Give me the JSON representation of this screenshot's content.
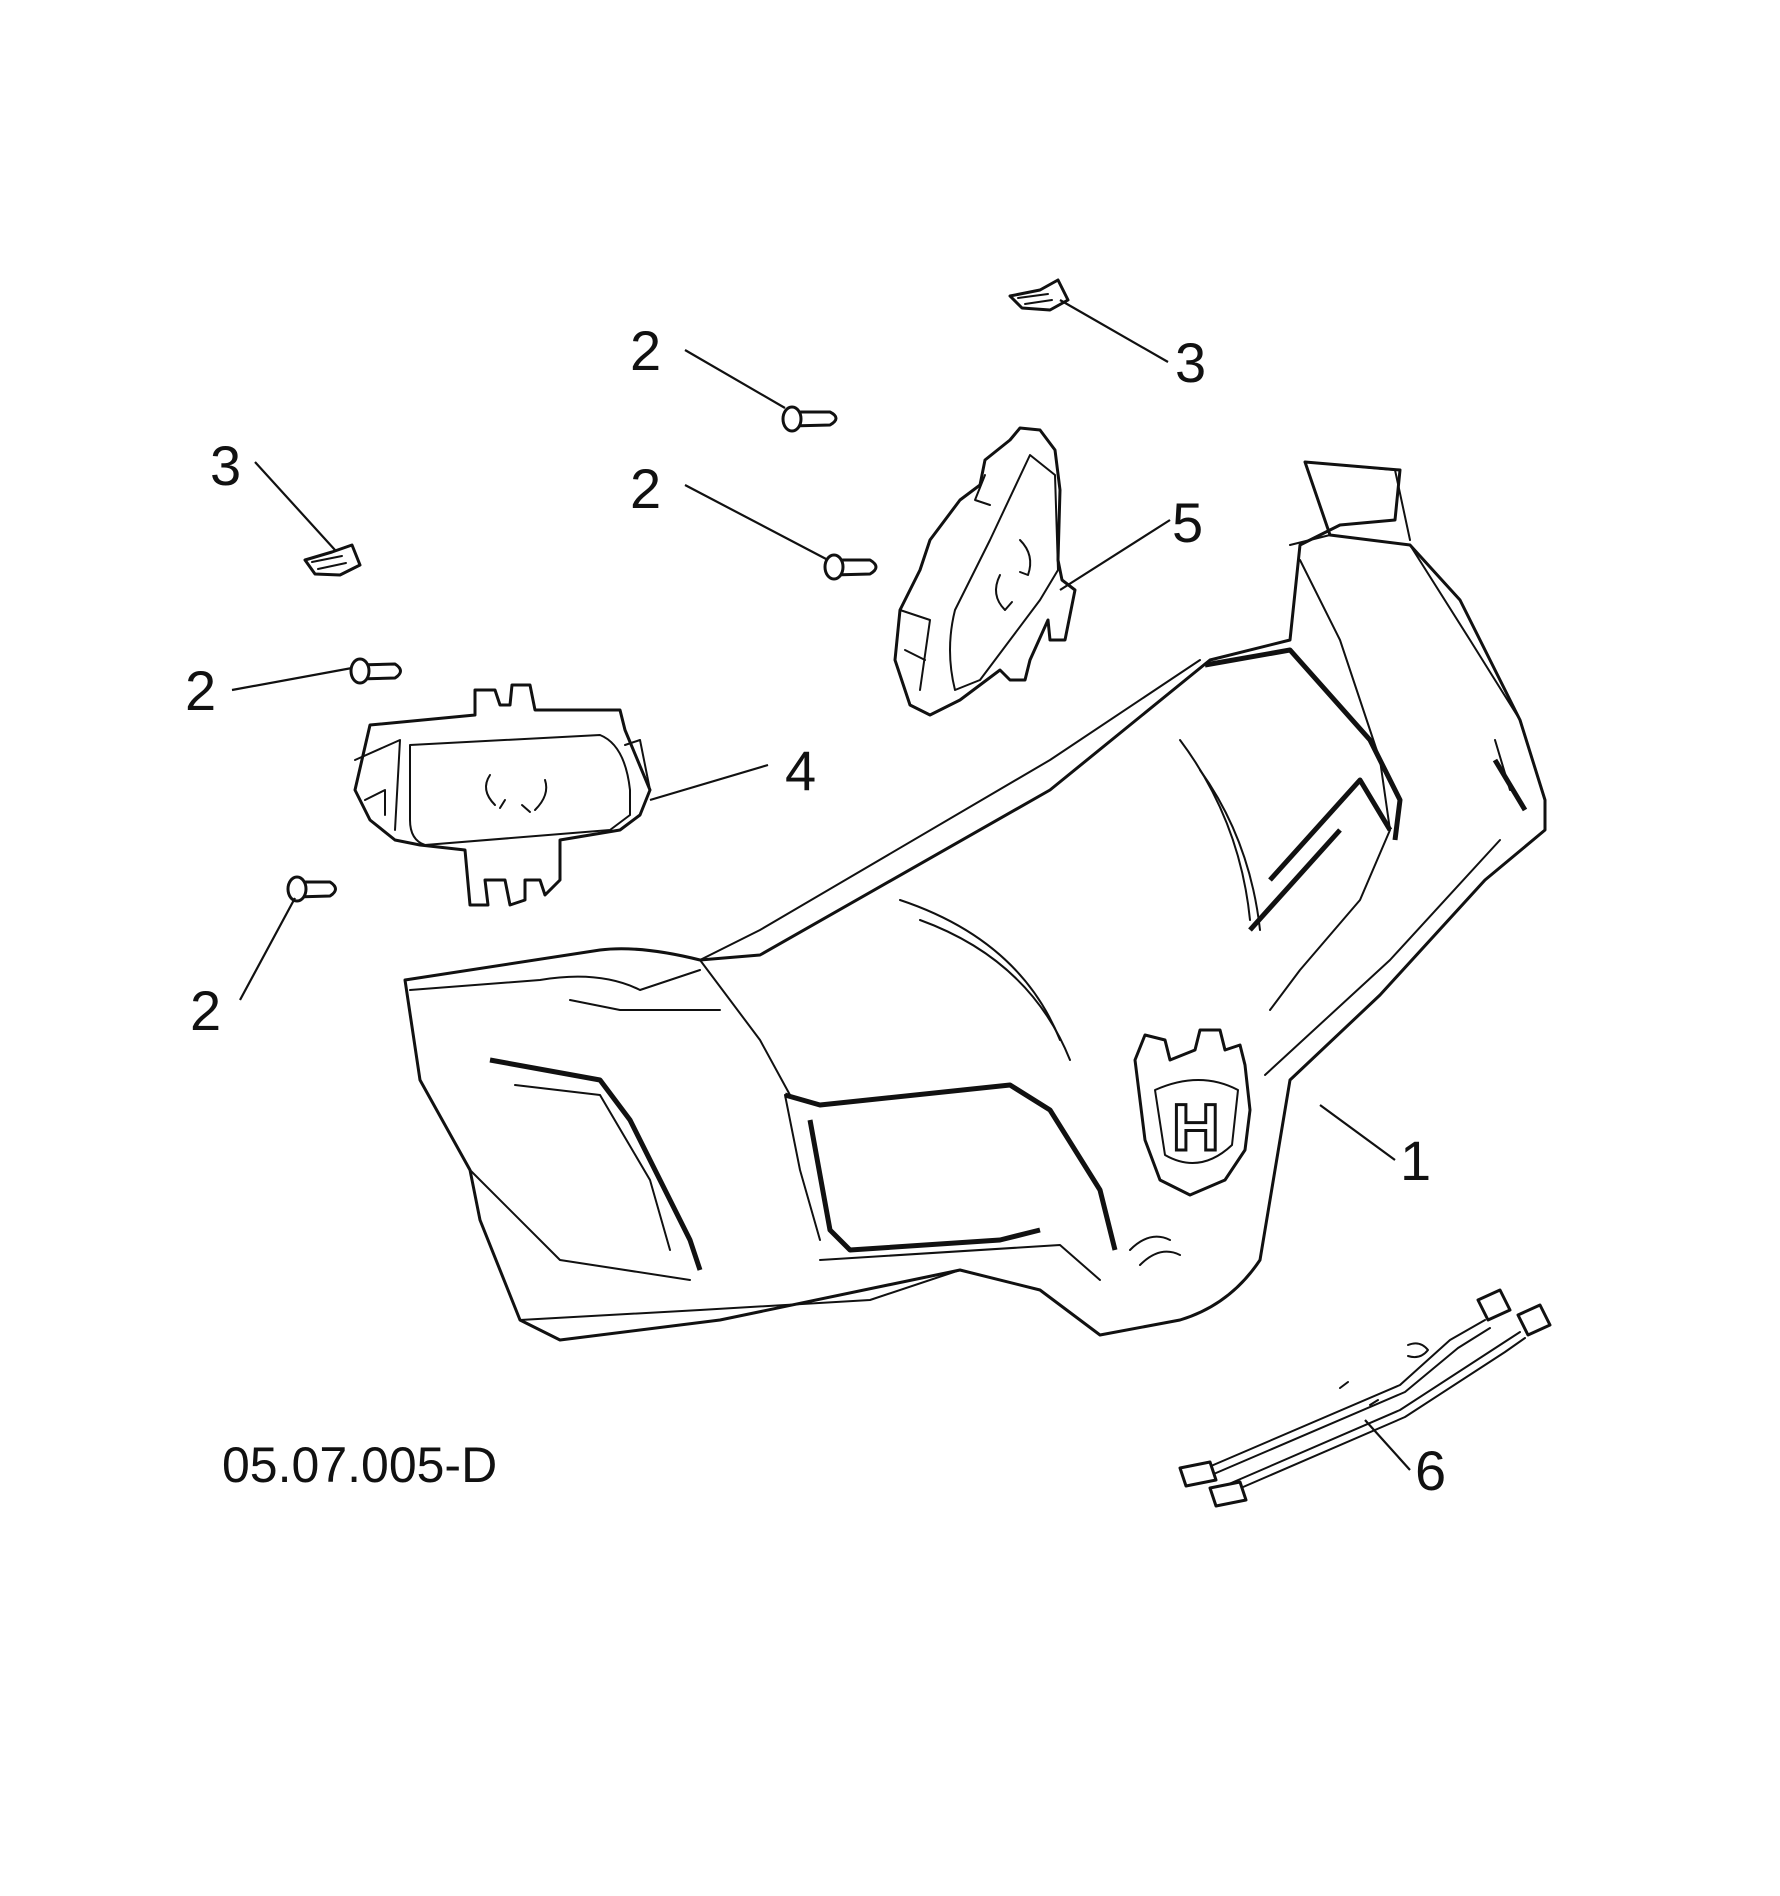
{
  "figure_code": "05.07.005-D",
  "callouts": [
    {
      "id": "1",
      "text": "1"
    },
    {
      "id": "2a",
      "text": "2"
    },
    {
      "id": "2b",
      "text": "2"
    },
    {
      "id": "2c",
      "text": "2"
    },
    {
      "id": "2d",
      "text": "2"
    },
    {
      "id": "3a",
      "text": "3"
    },
    {
      "id": "3b",
      "text": "3"
    },
    {
      "id": "4",
      "text": "4"
    },
    {
      "id": "5",
      "text": "5"
    },
    {
      "id": "6",
      "text": "6"
    }
  ],
  "logo": {
    "letter": "H"
  }
}
